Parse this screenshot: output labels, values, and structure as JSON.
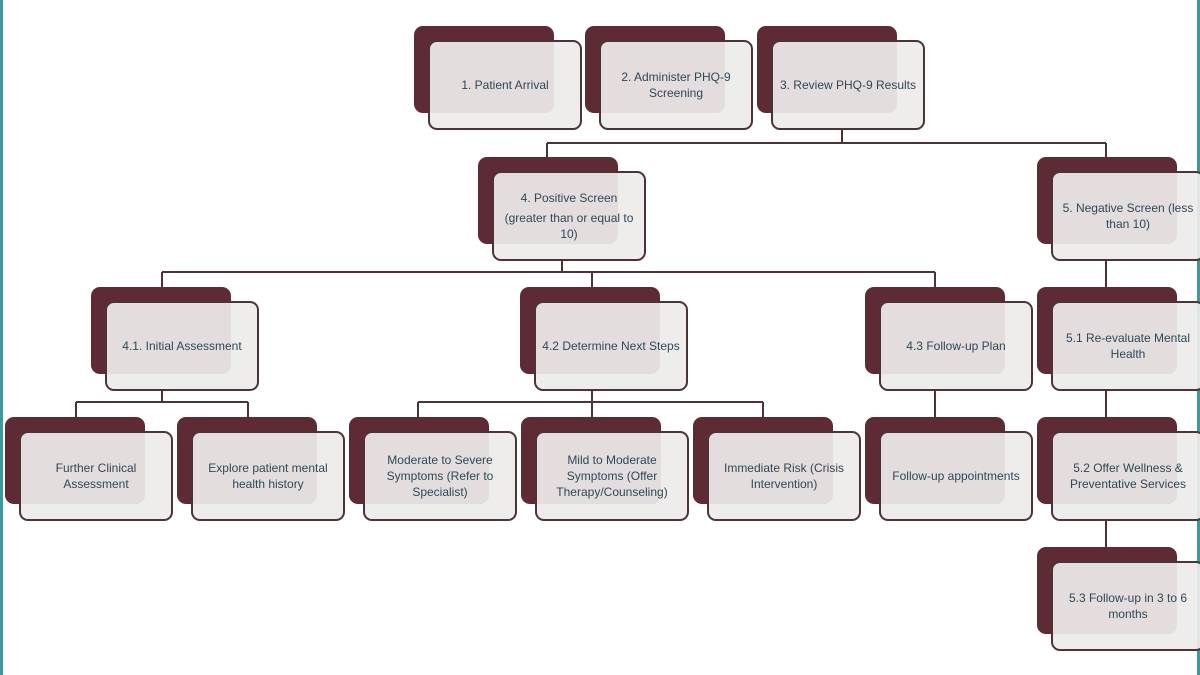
{
  "colors": {
    "back": "#5e2a33",
    "front": "#eeebeb",
    "text": "#2f4858",
    "line": "#4c3338",
    "edge": "#3c9a9c"
  },
  "nodes": {
    "n1": {
      "label": "1. Patient Arrival"
    },
    "n2": {
      "label": "2. Administer PHQ-9 Screening"
    },
    "n3": {
      "label": "3. Review PHQ-9 Results"
    },
    "n4": {
      "label": "4. Positive Screen",
      "sub": "(greater than or equal to 10)"
    },
    "n5": {
      "label": "5. Negative Screen (less than 10)"
    },
    "n41": {
      "label": "4.1. Initial Assessment"
    },
    "n42": {
      "label": "4.2 Determine Next Steps"
    },
    "n43": {
      "label": "4.3 Follow-up Plan"
    },
    "n51": {
      "label": "5.1 Re-evaluate Mental Health"
    },
    "n411": {
      "label": "Further Clinical Assessment"
    },
    "n412": {
      "label": "Explore patient mental health history"
    },
    "n421": {
      "label": "Moderate to Severe Symptoms (Refer to Specialist)"
    },
    "n422": {
      "label": "Mild to Moderate Symptoms (Offer Therapy/Counseling)"
    },
    "n423": {
      "label": "Immediate Risk (Crisis Intervention)"
    },
    "n431": {
      "label": "Follow-up appointments"
    },
    "n52": {
      "label": "5.2 Offer Wellness & Preventative Services"
    },
    "n53": {
      "label": "5.3 Follow-up in 3 to 6 months"
    }
  }
}
